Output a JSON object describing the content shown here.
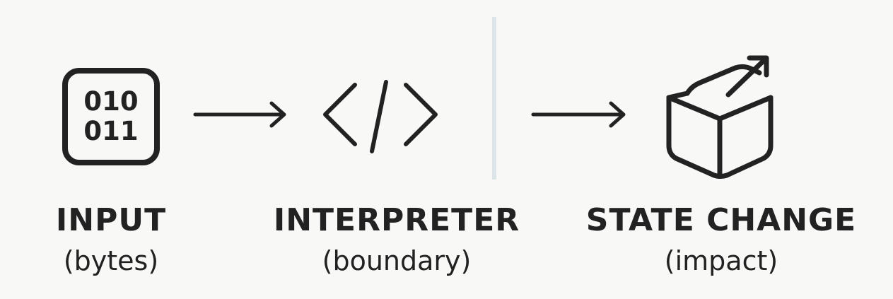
{
  "input_icon": {
    "row1": "010",
    "row2": "011"
  },
  "stages": [
    {
      "title": "INPUT",
      "subtitle": "(bytes)"
    },
    {
      "title": "INTERPRETER",
      "subtitle": "(boundary)"
    },
    {
      "title": "STATE CHANGE",
      "subtitle": "(impact)"
    }
  ],
  "icons": [
    "binary-chip-icon",
    "code-brackets-icon",
    "cube-export-icon"
  ],
  "colors": {
    "background": "#f8f8f7",
    "ink": "#222222",
    "divider": "#dce6e8"
  }
}
